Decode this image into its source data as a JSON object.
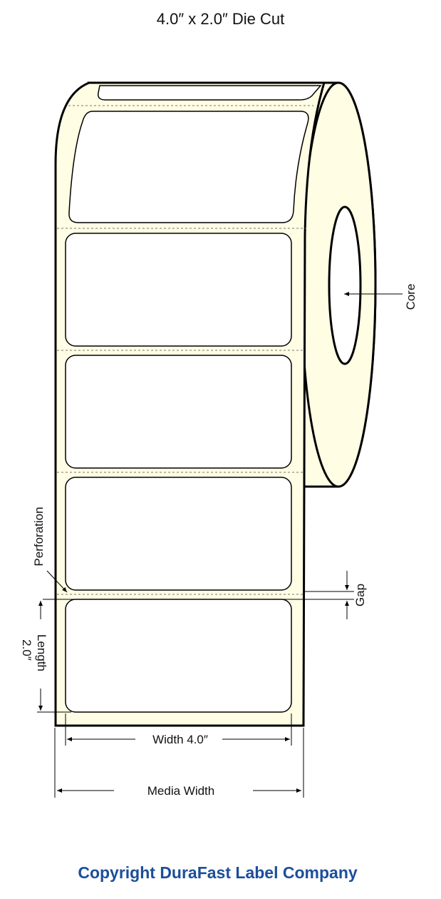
{
  "title": "4.0″ x 2.0″ Die Cut",
  "labels": {
    "core": "Core",
    "perforation": "Perforation",
    "gap": "Gap",
    "length": "Length",
    "length_value": "2.0″",
    "width": "Width 4.0″",
    "media_width": "Media Width"
  },
  "copyright": "Copyright DuraFast Label Company",
  "colors": {
    "liner": "#fffde4",
    "label": "#ffffff",
    "outline": "#000000",
    "copyright": "#1c4e9a"
  }
}
